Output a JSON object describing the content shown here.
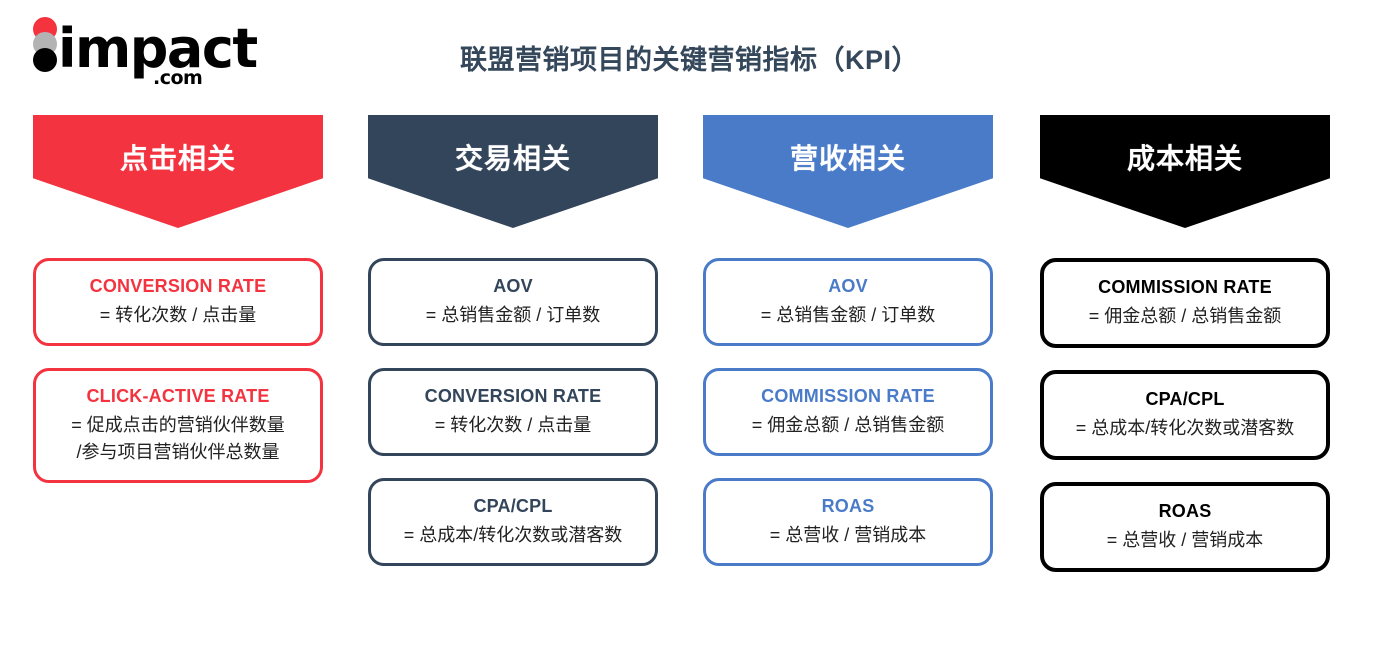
{
  "header": {
    "logo": {
      "wordmark": "impact",
      "tld": ".com",
      "dot_colors": [
        "#f5333f",
        "#b3b3b3",
        "#010101"
      ]
    },
    "title": "联盟营销项目的关键营销指标（KPI）",
    "title_color": "#35475a"
  },
  "columns": [
    {
      "id": "click-related",
      "banner_label": "点击相关",
      "color": "#f3333f",
      "title_color": "#f3333f",
      "border_width": "3px",
      "cards": [
        {
          "title": "CONVERSION RATE",
          "formula": "= 转化次数 / 点击量"
        },
        {
          "title": "CLICK-ACTIVE RATE",
          "formula": "= 促成点击的营销伙伴数量\n/参与项目营销伙伴总数量"
        }
      ]
    },
    {
      "id": "transaction-related",
      "banner_label": "交易相关",
      "color": "#33455a",
      "title_color": "#33455a",
      "border_width": "3px",
      "cards": [
        {
          "title": "AOV",
          "formula": "= 总销售金额 / 订单数"
        },
        {
          "title": "CONVERSION RATE",
          "formula": "= 转化次数 / 点击量"
        },
        {
          "title": "CPA/CPL",
          "formula": "= 总成本/转化次数或潜客数"
        }
      ]
    },
    {
      "id": "revenue-related",
      "banner_label": "营收相关",
      "color": "#4a7bc8",
      "title_color": "#4a7bc8",
      "border_width": "3px",
      "cards": [
        {
          "title": "AOV",
          "formula": "= 总销售金额 / 订单数"
        },
        {
          "title": "COMMISSION RATE",
          "formula": "= 佣金总额 / 总销售金额"
        },
        {
          "title": "ROAS",
          "formula": "= 总营收 / 营销成本"
        }
      ]
    },
    {
      "id": "cost-related",
      "banner_label": "成本相关",
      "color": "#000000",
      "title_color": "#000000",
      "border_width": "4px",
      "cards": [
        {
          "title": "COMMISSION RATE",
          "formula": "= 佣金总额 / 总销售金额"
        },
        {
          "title": "CPA/CPL",
          "formula": "= 总成本/转化次数或潜客数"
        },
        {
          "title": "ROAS",
          "formula": "= 总营收 / 营销成本"
        }
      ]
    }
  ]
}
